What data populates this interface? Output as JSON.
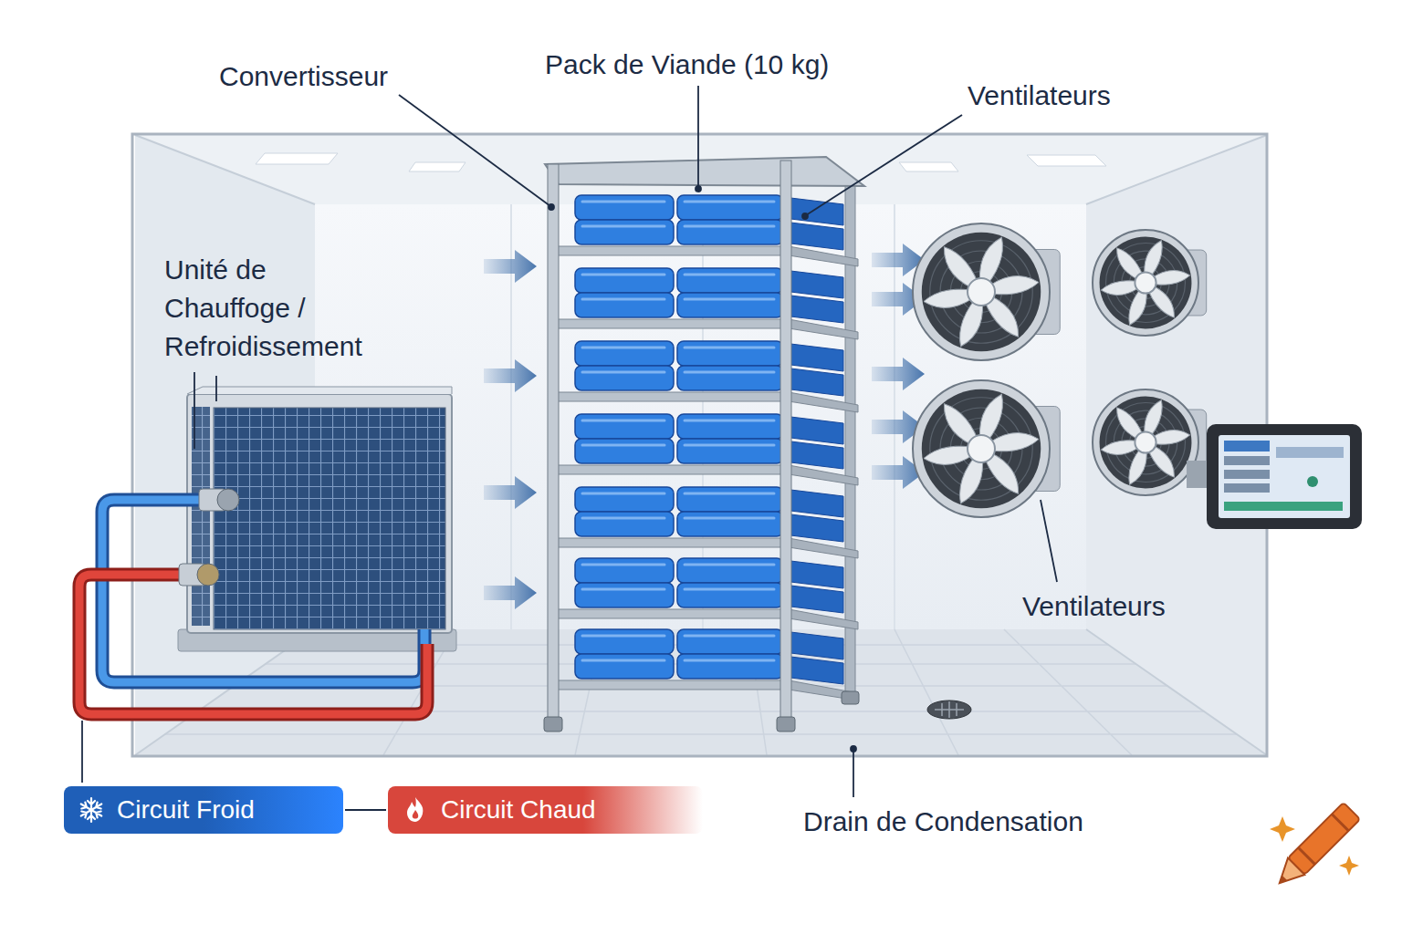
{
  "diagram": {
    "labels": [
      "Convertisseur",
      "Pack de Viande (10 kg)",
      "Ventilateurs",
      "Unité de Chauffoge / Refroidissement",
      "Ventilateurs",
      "Drain de Condensation"
    ],
    "legend": [
      {
        "text": "Circuit Froid",
        "color": "#1f5fb8"
      },
      {
        "text": "Circuit Chaud",
        "color": "#d8463c"
      }
    ]
  }
}
